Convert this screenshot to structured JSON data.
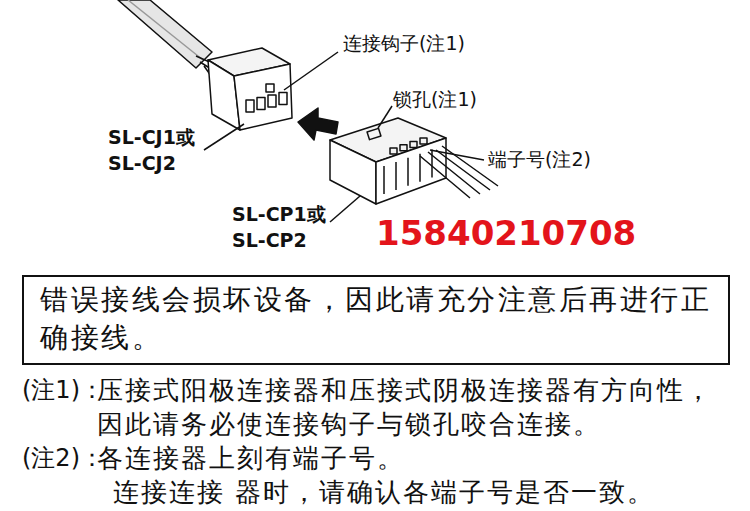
{
  "diagram": {
    "nodes": [
      {
        "text": [
          "错误接线会损坏设备，因此请充分注意后再进行正确接线。"
        ]
      }
    ],
    "labels": [
      "连接钩子(注1)",
      "锁孔(注1)",
      "端子号(注2)",
      "SL-CJ1或 SL-CJ2",
      "SL-CP1或 SL-CP2",
      "15840210708",
      "(注1)：",
      "压接式阳极连接器和压接式阴极连接器有方向性， 因此请务必使连接钩子与锁孔咬合连接。",
      "(注2)：",
      "各连接器上刻有端子号。",
      "连接连接 器时，请确认各端子号是否一致。"
    ]
  }
}
